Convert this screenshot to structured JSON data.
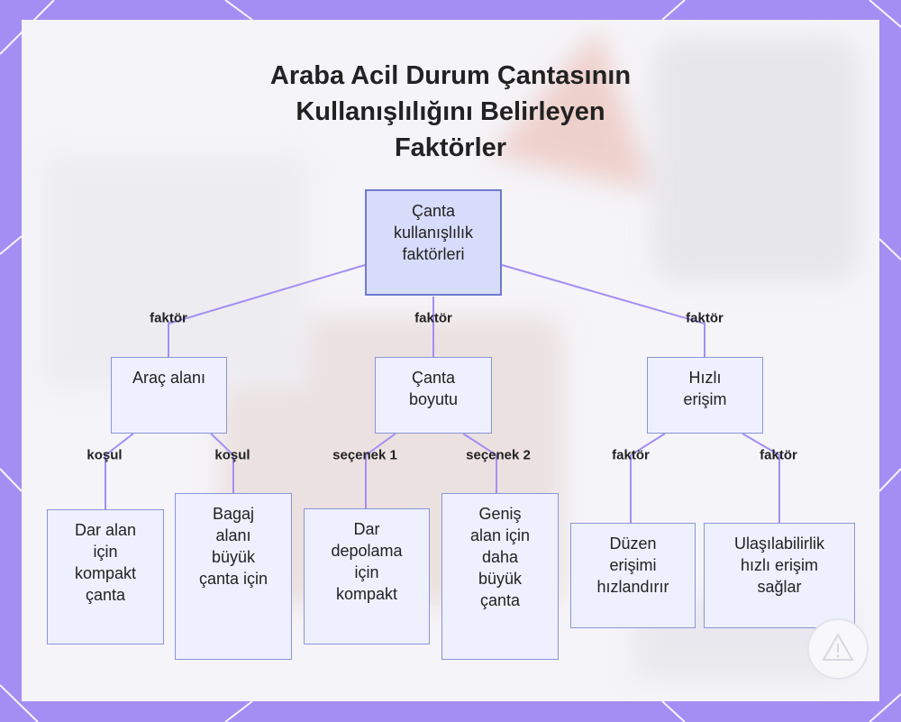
{
  "title_lines": [
    "Araba Acil Durum Çantasının",
    "Kullanışlılığını Belirleyen",
    "Faktörler"
  ],
  "nodes": {
    "root": {
      "lines": [
        "Çanta",
        "kullanışlılık",
        "faktörleri"
      ]
    },
    "arac_alani": {
      "lines": [
        "Araç alanı"
      ]
    },
    "canta_boyutu": {
      "lines": [
        "Çanta",
        "boyutu"
      ]
    },
    "hizli_erisim": {
      "lines": [
        "Hızlı",
        "erişim"
      ]
    },
    "dar_alan": {
      "lines": [
        "Dar alan",
        "için",
        "kompakt",
        "çanta"
      ]
    },
    "bagaj": {
      "lines": [
        "Bagaj",
        "alanı",
        "büyük",
        "çanta için"
      ]
    },
    "dar_depolama": {
      "lines": [
        "Dar",
        "depolama",
        "için",
        "kompakt"
      ]
    },
    "genis_alan": {
      "lines": [
        "Geniş",
        "alan için",
        "daha",
        "büyük",
        "çanta"
      ]
    },
    "duzen": {
      "lines": [
        "Düzen",
        "erişimi",
        "hızlandırır"
      ]
    },
    "ulasilabilirlik": {
      "lines": [
        "Ulaşılabilirlik",
        "hızlı erişim",
        "sağlar"
      ]
    }
  },
  "edge_labels": {
    "root_arac": "faktör",
    "root_boyut": "faktör",
    "root_erisim": "faktör",
    "arac_dar": "koşul",
    "arac_bagaj": "koşul",
    "boyut_dar": "seçenek 1",
    "boyut_genis": "seçenek 2",
    "erisim_duzen": "faktör",
    "erisim_ulas": "faktör"
  },
  "colors": {
    "frame": "#a48ef4",
    "edge": "#a48ef4",
    "node_fill": "#eef0fd",
    "root_fill": "#d8dcfb",
    "node_border": "#8a95d8"
  }
}
